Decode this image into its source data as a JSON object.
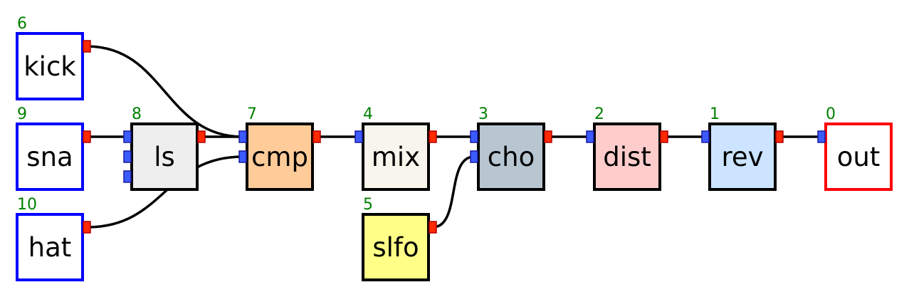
{
  "colors": {
    "index_text": "#008000",
    "wire": "#000000",
    "port_out_fill": "#ff2a00",
    "port_out_stroke": "#b30000",
    "port_in_fill": "#3b5bff",
    "port_in_stroke": "#1a1aa0",
    "source_border": "#0000ff",
    "output_border": "#ff0000",
    "module_border": "#000000"
  },
  "nodes": [
    {
      "id": "6",
      "index": "6",
      "label": "kick",
      "kind": "source",
      "fill": "#ffffff",
      "inputs": 0
    },
    {
      "id": "9",
      "index": "9",
      "label": "sna",
      "kind": "source",
      "fill": "#ffffff",
      "inputs": 0
    },
    {
      "id": "10",
      "index": "10",
      "label": "hat",
      "kind": "source",
      "fill": "#ffffff",
      "inputs": 0
    },
    {
      "id": "8",
      "index": "8",
      "label": "ls",
      "kind": "module",
      "fill": "#eeeeee",
      "inputs": 3
    },
    {
      "id": "7",
      "index": "7",
      "label": "cmp",
      "kind": "module",
      "fill": "#ffcc99",
      "inputs": 2
    },
    {
      "id": "4",
      "index": "4",
      "label": "mix",
      "kind": "module",
      "fill": "#f8f5ec",
      "inputs": 1
    },
    {
      "id": "5",
      "index": "5",
      "label": "slfo",
      "kind": "module",
      "fill": "#ffff88",
      "inputs": 0
    },
    {
      "id": "3",
      "index": "3",
      "label": "cho",
      "kind": "module",
      "fill": "#b8c6d2",
      "inputs": 2
    },
    {
      "id": "2",
      "index": "2",
      "label": "dist",
      "kind": "module",
      "fill": "#ffcccc",
      "inputs": 1
    },
    {
      "id": "1",
      "index": "1",
      "label": "rev",
      "kind": "module",
      "fill": "#cce4ff",
      "inputs": 1
    },
    {
      "id": "0",
      "index": "0",
      "label": "out",
      "kind": "output",
      "fill": "#ffffff",
      "inputs": 1
    }
  ],
  "edges": [
    {
      "from": "6",
      "to": "7",
      "port": 0
    },
    {
      "from": "9",
      "to": "8",
      "port": 0
    },
    {
      "from": "10",
      "to": "7",
      "port": 1
    },
    {
      "from": "8",
      "to": "7",
      "port": 0
    },
    {
      "from": "7",
      "to": "4",
      "port": 0
    },
    {
      "from": "4",
      "to": "3",
      "port": 0
    },
    {
      "from": "5",
      "to": "3",
      "port": 1
    },
    {
      "from": "3",
      "to": "2",
      "port": 0
    },
    {
      "from": "2",
      "to": "1",
      "port": 0
    },
    {
      "from": "1",
      "to": "0",
      "port": 0
    }
  ]
}
